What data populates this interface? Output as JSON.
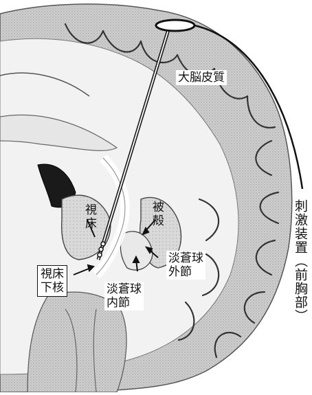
{
  "labels": {
    "cortex": "大脳皮質",
    "thalamus_line1": "視",
    "thalamus_line2": "床",
    "putamen_line1": "被",
    "putamen_line2": "殻",
    "gpe_line1": "淡蒼球",
    "gpe_line2": "外節",
    "gpi_line1": "淡蒼球",
    "gpi_line2": "内節",
    "stn_line1": "視床",
    "stn_line2": "下核",
    "stimulator": "刺激装置",
    "stimulator_paren": "（前胸部）"
  }
}
